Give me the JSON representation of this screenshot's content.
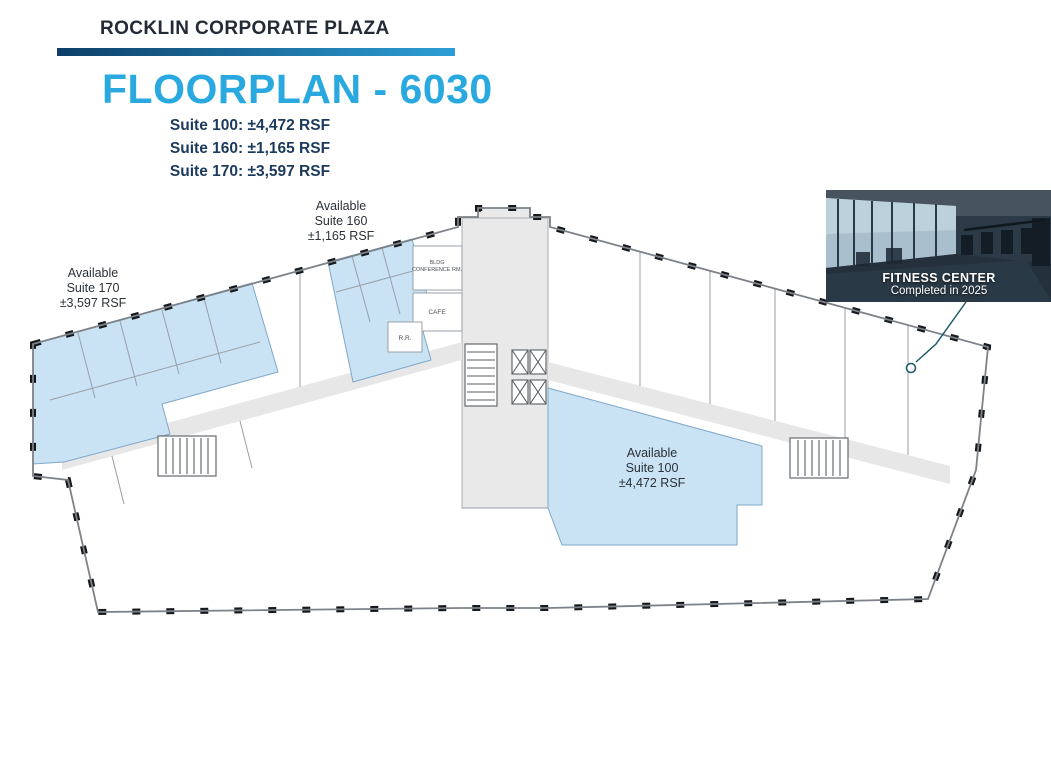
{
  "header": {
    "plaza_name": "ROCKLIN CORPORATE PLAZA",
    "title": "FLOORPLAN - 6030"
  },
  "suite_summary": [
    "Suite 100: ±4,472 RSF",
    "Suite 160: ±1,165 RSF",
    "Suite 170: ±3,597 RSF"
  ],
  "plan": {
    "suite170": {
      "line1": "Available",
      "line2": "Suite 170",
      "line3": "±3,597 RSF"
    },
    "suite160": {
      "line1": "Available",
      "line2": "Suite 160",
      "line3": "±1,165 RSF"
    },
    "suite100": {
      "line1": "Available",
      "line2": "Suite 100",
      "line3": "±4,472 RSF"
    },
    "rooms": {
      "bldg_conference_1": "BLDG",
      "bldg_conference_2": "CONFERENCE RM.",
      "cafe": "CAFE",
      "restroom": "R.R."
    }
  },
  "fitness": {
    "title": "FITNESS CENTER",
    "subtitle": "Completed in 2025"
  },
  "colors": {
    "accent": "#2aa9e0",
    "navy": "#1b3a5c",
    "header_dark": "#232b36",
    "highlight": "#c9e2f4",
    "bar_start": "#0d3f68",
    "bar_end": "#2d9fd6",
    "leader": "#1d5a6b"
  }
}
